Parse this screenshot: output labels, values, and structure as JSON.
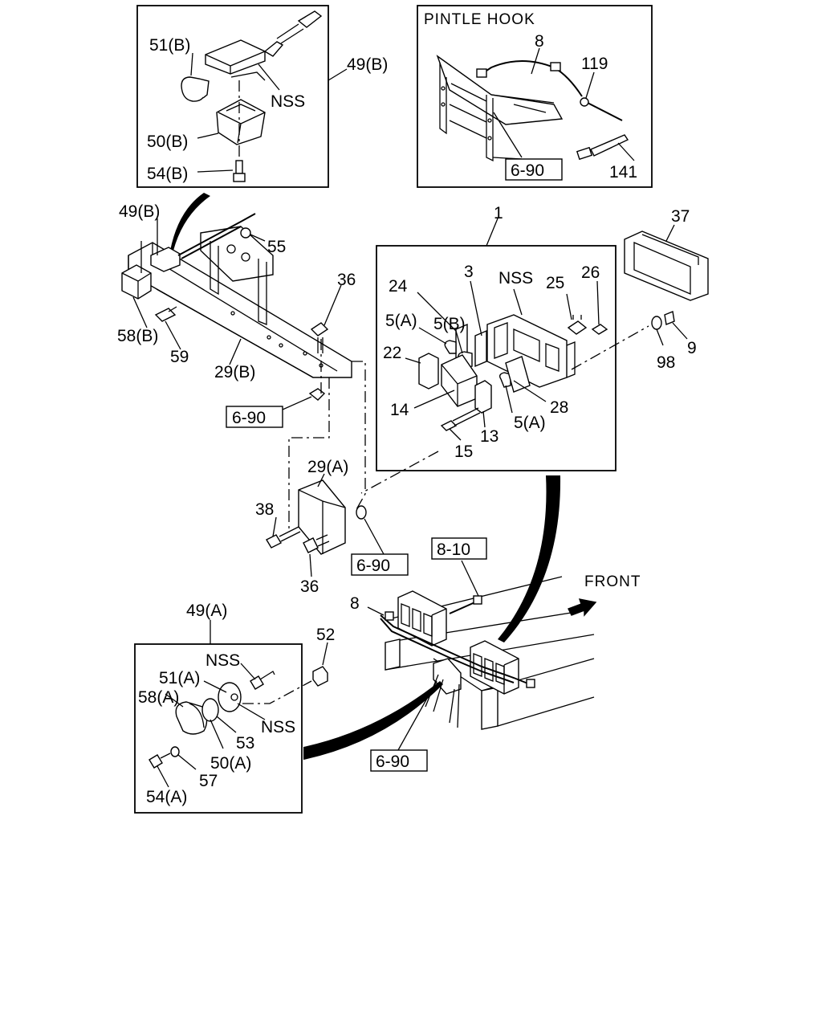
{
  "boxes": {
    "pintle_title": "PINTLE HOOK",
    "front_label": "FRONT"
  },
  "callouts": {
    "p51b": "51(B)",
    "p49b_top": "49(B)",
    "nss_top": "NSS",
    "p50b": "50(B)",
    "p54b": "54(B)",
    "p8_top": "8",
    "p119": "119",
    "p141": "141",
    "p49b": "49(B)",
    "p55": "55",
    "p36_top": "36",
    "p58b": "58(B)",
    "p59": "59",
    "p29b": "29(B)",
    "p1": "1",
    "p37": "37",
    "p24": "24",
    "p3": "3",
    "nss_mid": "NSS",
    "p25": "25",
    "p26": "26",
    "p5b": "5(B)",
    "p5a_1": "5(A)",
    "p22": "22",
    "p98": "98",
    "p9": "9",
    "p14": "14",
    "p28": "28",
    "p5a_2": "5(A)",
    "p13": "13",
    "p15": "15",
    "p29a": "29(A)",
    "p38": "38",
    "p36_bot": "36",
    "p8_bot": "8",
    "p49a": "49(A)",
    "p52": "52",
    "nss_bot1": "NSS",
    "p51a": "51(A)",
    "p58a": "58(A)",
    "nss_bot2": "NSS",
    "p53": "53",
    "p50a": "50(A)",
    "p57": "57",
    "p54a": "54(A)"
  },
  "refs": {
    "r_pintle": "6-90",
    "r_frame": "6-90",
    "r_bracket": "6-90",
    "r_810": "8-10",
    "r_chassis": "6-90"
  }
}
